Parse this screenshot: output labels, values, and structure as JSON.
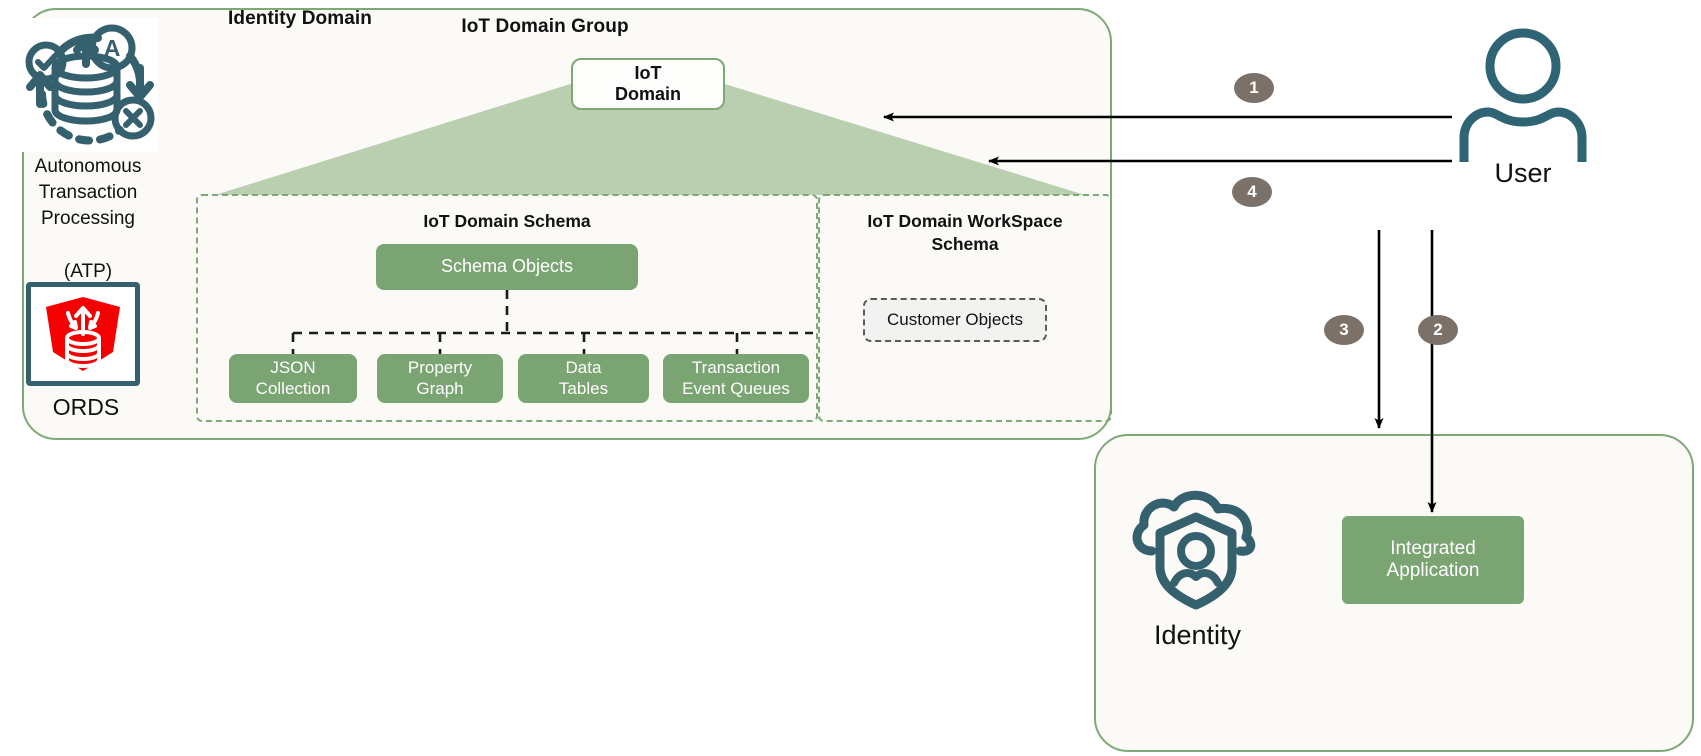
{
  "diagram": {
    "title": "IoT Domain Group architecture with Identity Domain",
    "colors": {
      "green_fill": "#7ba473",
      "green_border": "#7fa877",
      "roof_fill": "#b9cfb0",
      "panel_bg": "#fbfaf7",
      "teal_icon": "#35606e",
      "badge_gray": "#7c7168",
      "ords_red": "#f50000",
      "arrow_black": "#000000"
    }
  },
  "iot_group": {
    "title": "IoT Domain Group",
    "domain_chip": "IoT\nDomain",
    "atp": {
      "icon": "autonomous-transaction-processing-icon",
      "caption": "Autonomous\nTransaction\nProcessing\n\n(ATP)",
      "caption_lines": [
        "Autonomous",
        "Transaction",
        "Processing",
        "(ATP)"
      ]
    },
    "ords": {
      "icon": "ords-logo-icon",
      "caption": "ORDS"
    },
    "schema_panel": {
      "title": "IoT Domain Schema",
      "root": "Schema Objects",
      "children": [
        {
          "label": "JSON\nCollection"
        },
        {
          "label": "Property\nGraph"
        },
        {
          "label": "Data\nTables"
        },
        {
          "label": "Transaction\nEvent Queues"
        }
      ]
    },
    "workspace_panel": {
      "title": "IoT Domain WorkSpace\nSchema",
      "item": "Customer Objects"
    }
  },
  "actor": {
    "icon": "user-icon",
    "label": "User"
  },
  "identity_domain": {
    "title": "Identity Domain",
    "identity": {
      "icon": "identity-cloud-shield-icon",
      "label": "Identity"
    },
    "integrated_application": "Integrated\nApplication"
  },
  "steps": [
    {
      "number": "1",
      "from": "User",
      "to": "IoT Domain Group"
    },
    {
      "number": "2",
      "from": "User",
      "to": "Integrated Application"
    },
    {
      "number": "3",
      "from": "User",
      "to": "Identity Domain"
    },
    {
      "number": "4",
      "from": "User",
      "to": "IoT Domain Group"
    }
  ]
}
